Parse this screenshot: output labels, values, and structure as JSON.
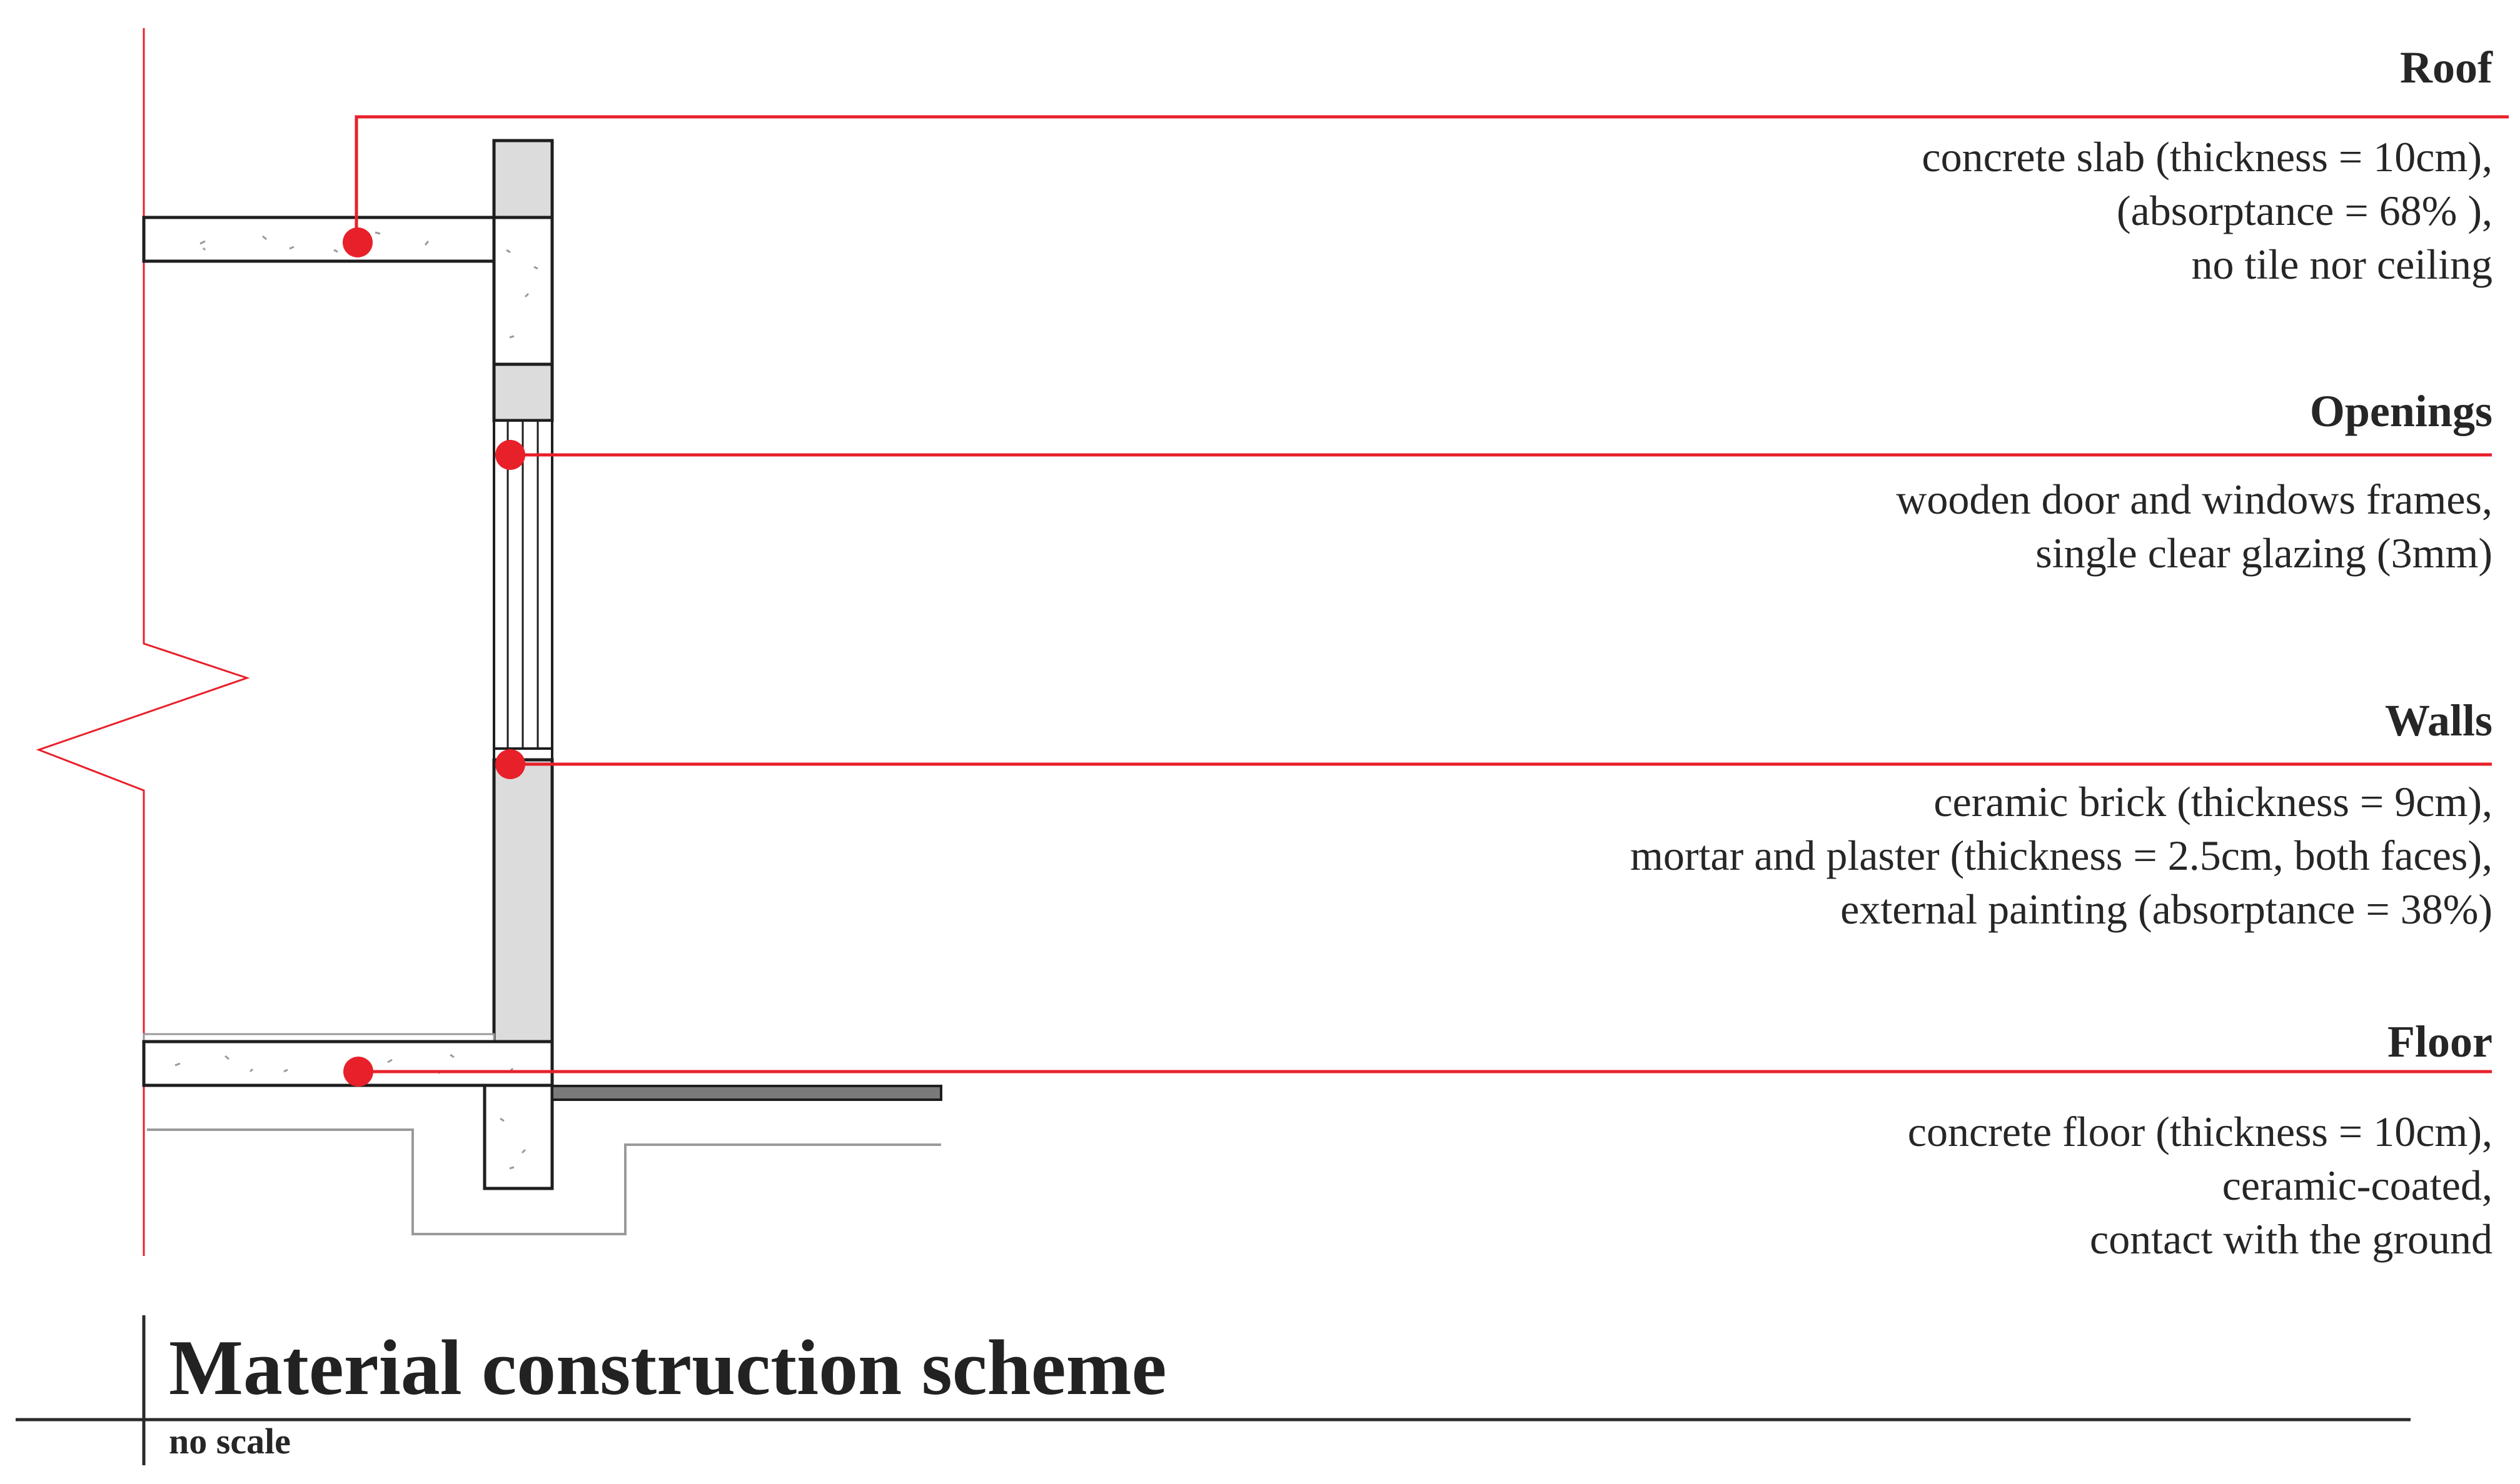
{
  "labels": {
    "roof": {
      "heading": "Roof",
      "lines": [
        "concrete slab (thickness = 10cm),",
        "(absorptance = 68% ),",
        "no tile nor ceiling"
      ]
    },
    "openings": {
      "heading": "Openings",
      "lines": [
        "wooden door and windows frames,",
        "single clear glazing (3mm)"
      ]
    },
    "walls": {
      "heading": "Walls",
      "lines": [
        "ceramic brick (thickness = 9cm),",
        "mortar and plaster (thickness = 2.5cm, both faces),",
        "external painting (absorptance = 38%)"
      ]
    },
    "floor": {
      "heading": "Floor",
      "lines": [
        "concrete floor (thickness = 10cm),",
        "ceramic-coated,",
        "contact with the ground"
      ]
    }
  },
  "title": "Material construction scheme",
  "subtitle": "no scale",
  "colors": {
    "leader": "#e8202a",
    "wall_fill": "#dcdcdc",
    "outline": "#1e1e1e",
    "ground": "#9a9a9a"
  }
}
